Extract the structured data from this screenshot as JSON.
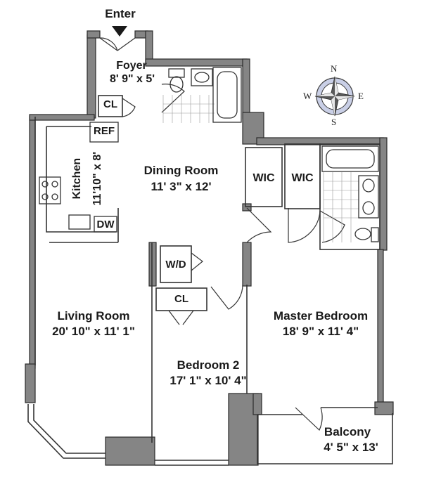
{
  "entrance": {
    "label": "Enter"
  },
  "rooms": {
    "foyer": {
      "name": "Foyer",
      "size": "8' 9\" x 5'"
    },
    "dining": {
      "name": "Dining Room",
      "size": "11' 3\" x 12'"
    },
    "kitchen": {
      "name": "Kitchen",
      "size": "11'10\" x 8'"
    },
    "living": {
      "name": "Living Room",
      "size": "20' 10\" x 11' 1\""
    },
    "bedroom2": {
      "name": "Bedroom 2",
      "size": "17' 1\" x 10' 4\""
    },
    "master": {
      "name": "Master Bedroom",
      "size": "18' 9\" x 11' 4\""
    },
    "balcony": {
      "name": "Balcony",
      "size": "4' 5\" x 13'"
    }
  },
  "fixtures": {
    "closet_foyer": "CL",
    "closet_bedroom2": "CL",
    "refrigerator": "REF",
    "dishwasher": "DW",
    "washer_dryer": "W/D",
    "walk_in_closet_1": "WIC",
    "walk_in_closet_2": "WIC"
  },
  "compass": {
    "north": "N",
    "south": "S",
    "east": "E",
    "west": "W"
  },
  "colors": {
    "wall": "#858585",
    "wall_outline": "#2b2b2b",
    "line": "#333333",
    "tile": "#9a9a9a"
  }
}
